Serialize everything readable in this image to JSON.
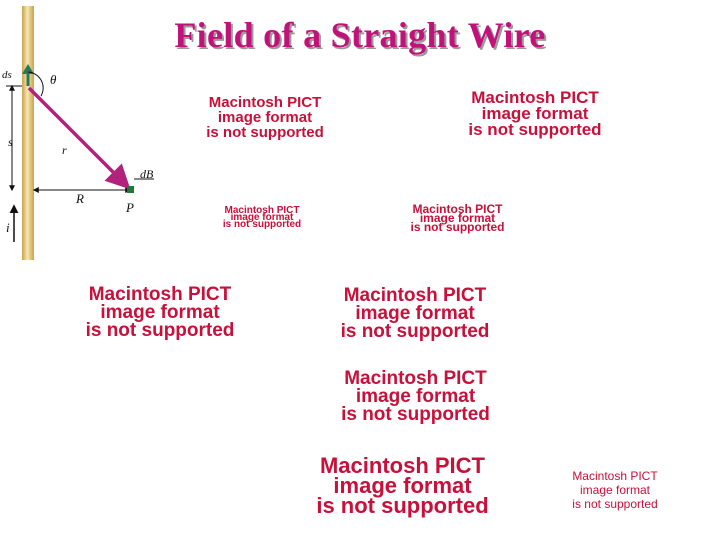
{
  "slide": {
    "title": "Field of a Straight Wire"
  },
  "figure": {
    "labels": {
      "ds": "ds",
      "theta": "θ",
      "s": "s",
      "r": "r",
      "dB": "dB",
      "R": "R",
      "P": "P",
      "i": "i"
    },
    "colors": {
      "wire": "#e2c678",
      "vector_r": "#b3227a",
      "ds_arrow": "#2a7a5a",
      "text": "#111111"
    }
  },
  "placeholders": [
    {
      "line1": "Macintosh PICT",
      "line2": "image format",
      "line3": "is not supported"
    },
    {
      "line1": "Macintosh PICT",
      "line2": "image format",
      "line3": "is not supported"
    },
    {
      "line1": "Macintosh PICT",
      "line2": "image format",
      "line3": "is not supported"
    },
    {
      "line1": "Macintosh PICT",
      "line2": "image format",
      "line3": "is not supported"
    },
    {
      "line1": "Macintosh PICT",
      "line2": "image format",
      "line3": "is not supported"
    },
    {
      "line1": "Macintosh PICT",
      "line2": "image format",
      "line3": "is not supported"
    },
    {
      "line1": "Macintosh PICT",
      "line2": "image format",
      "line3": "is not supported"
    },
    {
      "line1": "Macintosh PICT",
      "line2": "image format",
      "line3": "is not supported"
    },
    {
      "line1": "Macintosh PICT",
      "line2": "image format",
      "line3": "is not supported"
    }
  ]
}
